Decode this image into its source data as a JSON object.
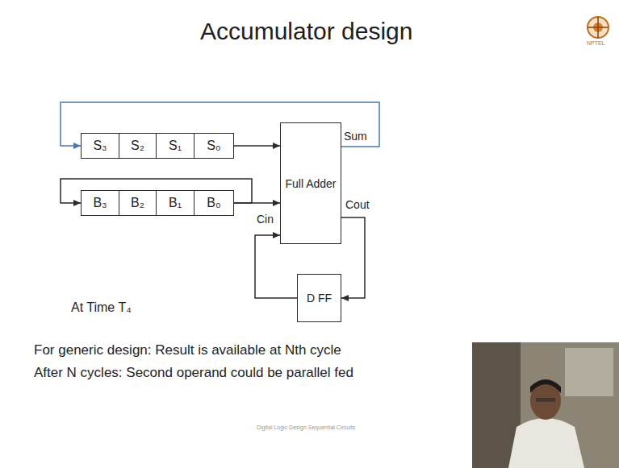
{
  "diagram": {
    "title": "Accumulator design",
    "nodes": [
      {
        "text": [
          "S₃"
        ]
      },
      {
        "text": [
          "S₂"
        ]
      },
      {
        "text": [
          "S₁"
        ]
      },
      {
        "text": [
          "S₀"
        ]
      },
      {
        "text": [
          "B₃"
        ]
      },
      {
        "text": [
          "B₂"
        ]
      },
      {
        "text": [
          "B₁"
        ]
      },
      {
        "text": [
          "B₀"
        ]
      },
      {
        "text": [
          "Full Adder"
        ]
      },
      {
        "text": [
          "D FF"
        ]
      }
    ],
    "edges": [
      {
        "from": 3,
        "to": 8,
        "arrow": "to"
      },
      {
        "from": 7,
        "to": 8,
        "arrow": "to"
      },
      {
        "from": 8,
        "to": 0,
        "arrow": "to"
      },
      {
        "from": 7,
        "to": 4,
        "arrow": "to"
      },
      {
        "from": 8,
        "to": 9,
        "arrow": "to"
      },
      {
        "from": 9,
        "to": 8,
        "arrow": "to"
      }
    ],
    "labels": [
      "Sum",
      "Cout",
      "Cin",
      "At Time T₄",
      "For generic design: Result is available at Nth cycle",
      "After N cycles: Second operand could be parallel fed",
      "NPTEL",
      "Digital Logic Design Sequential Circuits"
    ]
  }
}
